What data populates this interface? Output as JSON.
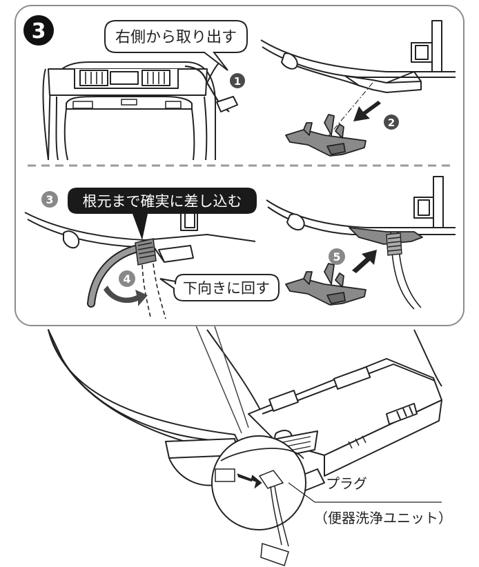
{
  "step": {
    "number": "3",
    "circled": "❸"
  },
  "top": {
    "callout_remove_right": "右側から取り出す",
    "marker_1": "1",
    "marker_2": "2"
  },
  "bottom": {
    "marker_3": "3",
    "callout_insert": "根元まで確実に差し込む",
    "marker_4": "4",
    "callout_turn_down": "下向きに回す",
    "marker_5": "5"
  },
  "detail": {
    "plug_label_line1": "プラグ",
    "plug_label_line2": "（便器洗浄ユニット）"
  },
  "colors": {
    "marker_fill": "#4a4a4a",
    "part_fill": "#8a8a8a",
    "part_dark": "#6a6a6a",
    "panel_border": "#8c8c8c",
    "dashed_divider": "#9a9a9a",
    "ink": "#222222"
  }
}
